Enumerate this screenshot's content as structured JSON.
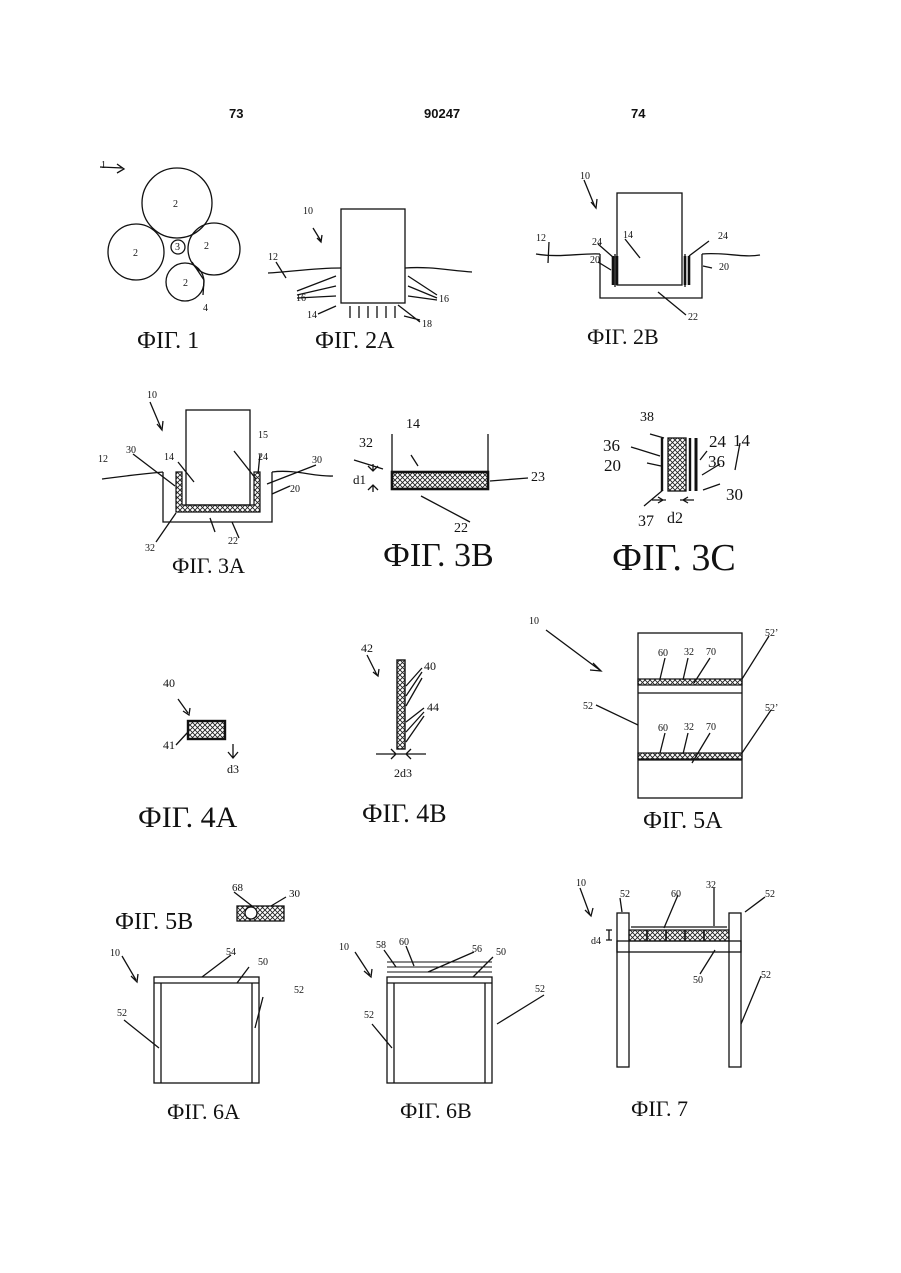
{
  "header": {
    "left_page": "73",
    "patent_number": "90247",
    "right_page": "74"
  },
  "captions": {
    "fig1": "ФІГ. 1",
    "fig2a": "ФІГ. 2А",
    "fig2b": "ФІГ. 2В",
    "fig3a": "ФІГ. 3А",
    "fig3b": "ФІГ. 3В",
    "fig3c": "ФІГ. 3С",
    "fig4a": "ФІГ. 4А",
    "fig4b": "ФІГ. 4В",
    "fig5a": "ФІГ. 5А",
    "fig5b": "ФІГ. 5В",
    "fig6a": "ФІГ. 6А",
    "fig6b": "ФІГ. 6В",
    "fig7": "ФІГ. 7"
  },
  "labels": {
    "n1": "1",
    "n2": "2",
    "n3": "3",
    "n4": "4",
    "n10": "10",
    "n12": "12",
    "n14": "14",
    "n15": "15",
    "n16": "16",
    "n18": "18",
    "n20": "20",
    "n22": "22",
    "n23": "23",
    "n24": "24",
    "n30": "30",
    "n32": "32",
    "n36": "36",
    "n37": "37",
    "n38": "38",
    "n40": "40",
    "n41": "41",
    "n42": "42",
    "n44": "44",
    "n50": "50",
    "n52": "52",
    "n52p": "52’",
    "n54": "54",
    "n56": "56",
    "n58": "58",
    "n60": "60",
    "n68": "68",
    "n70": "70",
    "d1": "d1",
    "d2": "d2",
    "d3": "d3",
    "d4": "d4",
    "d3x2": "2d3"
  }
}
